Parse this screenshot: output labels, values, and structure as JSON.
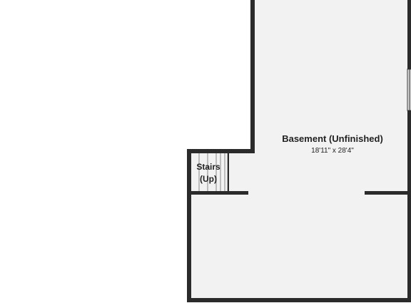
{
  "floorplan": {
    "rooms": [
      {
        "id": "basement",
        "name": "Basement (Unfinished)",
        "dimensions": "18'11\" x 28'4\""
      },
      {
        "id": "stairs",
        "name_line1": "Stairs",
        "name_line2": "(Up)"
      }
    ],
    "colors": {
      "wall": "#2b2b2b",
      "floor": "#f2f2f2",
      "background": "#ffffff",
      "stair_line": "#555555"
    }
  }
}
